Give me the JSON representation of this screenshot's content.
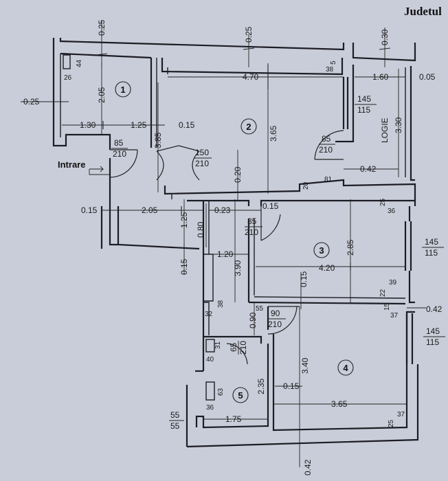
{
  "header": {
    "county_label": "Judetul"
  },
  "entrance_label": "Intrare",
  "loggia_label": "LOGIE",
  "rooms": [
    "1",
    "2",
    "3",
    "4",
    "5"
  ],
  "dimensions": {
    "d_025_top": "0.25",
    "d_025_top2": "0.25",
    "d_030_top": "0.30",
    "d_025_left": "0.25",
    "d_205_r1": "2.05",
    "d_130": "1.30",
    "d_125_r1": "1.25",
    "d_015_a": "0.15",
    "d_470": "4.70",
    "d_160": "1.60",
    "d_005": "0.05",
    "d_385": "3.85",
    "d_365_r2": "3.65",
    "d_330": "3.30",
    "d_042_logia": "0.42",
    "d_020": "0.20",
    "d_015_left": "0.15",
    "d_205_hall": "2.05",
    "d_125_hall": "1.25",
    "d_080": "0.80",
    "d_023": "0.23",
    "d_015_b": "0.15",
    "d_120": "1.20",
    "d_390": "3.90",
    "d_285": "2.85",
    "d_420": "4.20",
    "d_015_c": "0.15",
    "d_015_d": "0.15",
    "d_090": "0.90",
    "d_042_right": "0.42",
    "d_340": "3.40",
    "d_235": "2.35",
    "d_015_e": "0.15",
    "d_365_r4": "3.65",
    "d_175": "1.75",
    "d_042_bottom": "0.42"
  },
  "small_marks": {
    "m44": "44",
    "m26": "26",
    "m5": "5",
    "m38_top": "38",
    "m20": "20",
    "m81": "81",
    "m25_a": "25",
    "m36_a": "36",
    "m22": "22",
    "m39": "39",
    "m55_a": "55",
    "m15": "15",
    "m37_a": "37",
    "m38_b": "38",
    "m32": "32",
    "m31": "31",
    "m40": "40",
    "m63": "63",
    "m36_b": "36",
    "m25_b": "25",
    "m37_b": "37"
  },
  "openings": [
    {
      "id": "entrance_door",
      "w": "85",
      "h": "210"
    },
    {
      "id": "double_door",
      "w": "150",
      "h": "210"
    },
    {
      "id": "room2_door",
      "w": "85",
      "h": "210"
    },
    {
      "id": "room2_window",
      "w": "145",
      "h": "115"
    },
    {
      "id": "room3_door",
      "w": "85",
      "h": "210"
    },
    {
      "id": "room3_window",
      "w": "145",
      "h": "115"
    },
    {
      "id": "room4_door",
      "w": "90",
      "h": "210"
    },
    {
      "id": "room4_window",
      "w": "145",
      "h": "115"
    },
    {
      "id": "bath_door",
      "w": "65",
      "h": "210"
    },
    {
      "id": "bath_window",
      "w": "55",
      "h": "55"
    }
  ]
}
